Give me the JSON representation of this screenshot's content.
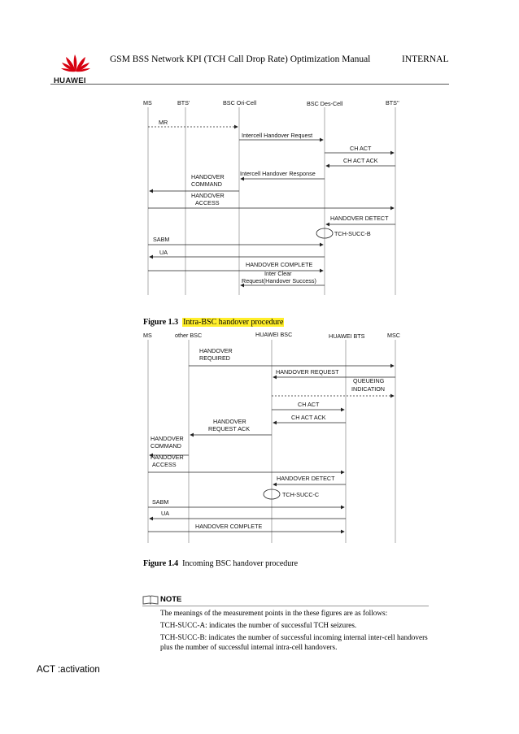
{
  "header": {
    "logo_text": "HUAWEI",
    "title": "GSM BSS Network KPI (TCH Call Drop Rate) Optimization Manual",
    "classification": "INTERNAL"
  },
  "figure1": {
    "entities": [
      "MS",
      "BTS'",
      "BSC Ori-Cell",
      "BSC Des-Cell",
      "BTS''"
    ],
    "messages": [
      "MR",
      "Intercell Handover Request",
      "CH ACT",
      "CH ACT ACK",
      "Intercell Handover Response",
      "HANDOVER",
      "COMMAND",
      "HANDOVER",
      "ACCESS",
      "HANDOVER DETECT",
      "TCH-SUCC-B",
      "SABM",
      "UA",
      "HANDOVER COMPLETE",
      "Inter Clear",
      "Request(Handover Success)"
    ],
    "caption_num": "Figure 1.3",
    "caption_text": "Intra-BSC handover procedure"
  },
  "figure2": {
    "entities": [
      "MS",
      "other BSC",
      "HUAWEI BSC",
      "HUAWEI BTS",
      "MSC"
    ],
    "messages": [
      "HANDOVER",
      "REQUIRED",
      "HANDOVER REQUEST",
      "QUEUEING",
      "INDICATION",
      "CH ACT",
      "CH ACT ACK",
      "HANDOVER",
      "REQUEST ACK",
      "HANDOVER",
      "COMMAND",
      "HANDOVER",
      "ACCESS",
      "HANDOVER DETECT",
      "TCH-SUCC-C",
      "SABM",
      "UA",
      "HANDOVER COMPLETE"
    ],
    "caption_num": "Figure 1.4",
    "caption_text": "Incoming BSC handover procedure"
  },
  "note": {
    "title": "NOTE",
    "lines": [
      "The meanings of the measurement points in the these figures are as follows:",
      "TCH-SUCC-A: indicates the number of successful TCH seizures.",
      "TCH-SUCC-B: indicates the number of successful incoming internal inter-cell handovers",
      "plus the number of successful internal intra-cell handovers."
    ]
  },
  "footnote": "ACT :activation"
}
